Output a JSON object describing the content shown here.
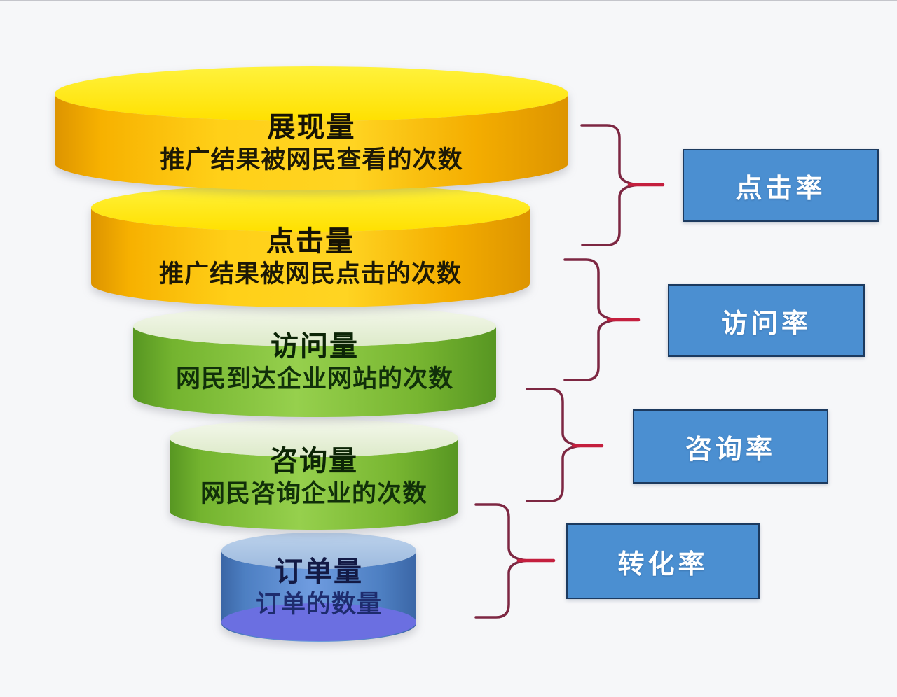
{
  "funnel": {
    "tiers": [
      {
        "id": "impressions",
        "title": "展现量",
        "subtitle": "推广结果被网民查看的次数",
        "color": "#ffc800",
        "top_color": "#ffe50a"
      },
      {
        "id": "clicks",
        "title": "点击量",
        "subtitle": "推广结果被网民点击的次数",
        "color": "#ffc800",
        "top_color": "#ffe50a"
      },
      {
        "id": "visits",
        "title": "访问量",
        "subtitle": "网民到达企业网站的次数",
        "color": "#8cc83e",
        "top_color": "#eaf3da"
      },
      {
        "id": "inquiries",
        "title": "咨询量",
        "subtitle": "网民咨询企业的次数",
        "color": "#8cc83e",
        "top_color": "#eaf3da"
      },
      {
        "id": "orders",
        "title": "订单量",
        "subtitle": "订单的数量",
        "color": "#5b8ed8",
        "top_color": "#abc6e6",
        "bottom_color": "#6b6fe1"
      }
    ]
  },
  "rates": [
    {
      "id": "click-rate",
      "label": "点击率"
    },
    {
      "id": "visit-rate",
      "label": "访问率"
    },
    {
      "id": "inquiry-rate",
      "label": "咨询率"
    },
    {
      "id": "conversion-rate",
      "label": "转化率"
    }
  ],
  "colors": {
    "background": "#f6f7f9",
    "rate_box_fill": "#4b8fd1",
    "rate_box_border": "#1c3a5f",
    "rate_text": "#ffffff",
    "brace": "#7d2742",
    "brace_tip": "#c41f3e",
    "funnel_yellow": "#ffc800",
    "funnel_green": "#8cc83e",
    "funnel_blue": "#5b8ed8"
  }
}
